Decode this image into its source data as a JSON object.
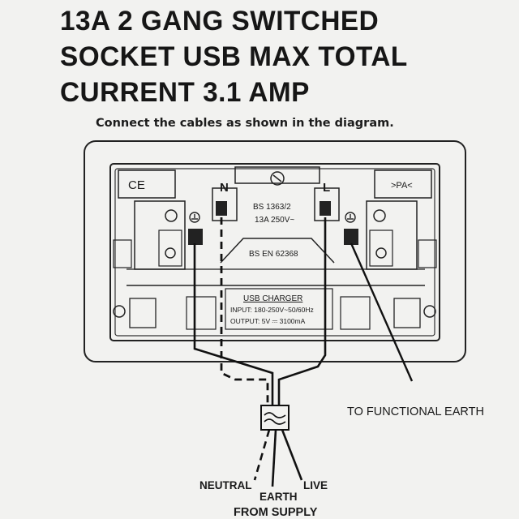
{
  "title": {
    "line1": "13A  2  GANG  SWITCHED",
    "line2": "SOCKET USB MAX TOTAL",
    "line3": "CURRENT 3.1 AMP"
  },
  "instruction": "Connect the cables as shown in the diagram.",
  "faceplate": {
    "left_mark": "CE",
    "right_mark": ">PA<",
    "terminal_n": "N",
    "terminal_l": "L",
    "standard_1": "BS 1363/2",
    "rating": "13A 250V~",
    "standard_2": "BS EN 62368"
  },
  "usb_charger": {
    "heading": "USB CHARGER",
    "input": "INPUT: 180-250V~50/60Hz",
    "output": "OUTPUT: 5V ⎓ 3100mA"
  },
  "labels": {
    "functional_earth": "TO FUNCTIONAL EARTH",
    "neutral": "NEUTRAL",
    "earth": "EARTH",
    "live": "LIVE",
    "from_supply": "FROM SUPPLY"
  }
}
